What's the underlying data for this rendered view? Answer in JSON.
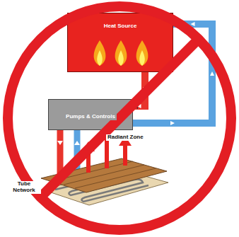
{
  "diagram": {
    "nodes": [
      {
        "text": [
          "Heat Source"
        ]
      },
      {
        "text": [
          "Pumps & Controls"
        ]
      }
    ],
    "edges": [
      {
        "from": 0,
        "to": 1,
        "arrow": "to"
      },
      {
        "from": 1,
        "to": 0,
        "arrow": "to"
      }
    ],
    "labels": [
      "Radiant Zone",
      "Tube Network"
    ]
  }
}
